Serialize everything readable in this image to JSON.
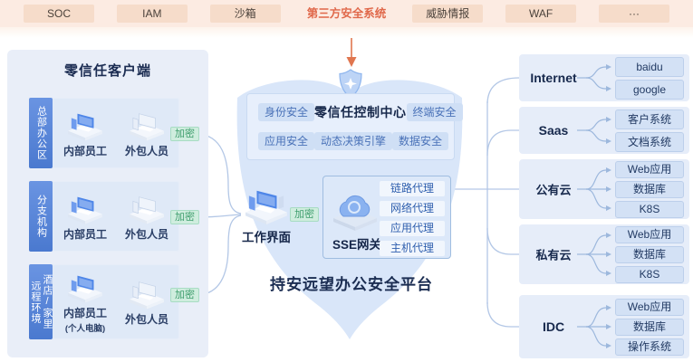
{
  "topbar": {
    "items": [
      {
        "label": "SOC"
      },
      {
        "label": "IAM"
      },
      {
        "label": "沙箱"
      },
      {
        "label": "第三方安全系统",
        "highlight": true
      },
      {
        "label": "威胁情报"
      },
      {
        "label": "WAF"
      },
      {
        "label": "···"
      }
    ]
  },
  "client_panel": {
    "title": "零信任客户端",
    "encrypt_label": "加密",
    "rows": [
      {
        "zone": "总部办公区",
        "members": [
          {
            "label": "内部员工"
          },
          {
            "label": "外包人员"
          }
        ]
      },
      {
        "zone": "分支机构",
        "members": [
          {
            "label": "内部员工"
          },
          {
            "label": "外包人员"
          }
        ]
      },
      {
        "zone": "酒店/家里\n远程环境",
        "members": [
          {
            "label": "内部员工",
            "sublabel": "(个人电脑)"
          },
          {
            "label": "外包人员"
          }
        ]
      }
    ]
  },
  "platform": {
    "control_center": {
      "title": "零信任控制中心",
      "chips": [
        "身份安全",
        "终端安全",
        "应用安全",
        "动态决策引擎",
        "数据安全"
      ]
    },
    "work_label": "工作界面",
    "encrypt_label": "加密",
    "gateway": {
      "label": "SSE网关",
      "proxies": [
        "链路代理",
        "网络代理",
        "应用代理",
        "主机代理"
      ]
    },
    "title": "持安远望办公安全平台"
  },
  "resources": {
    "cards": [
      {
        "label": "Internet",
        "items": [
          "baidu",
          "google"
        ]
      },
      {
        "label": "Saas",
        "items": [
          "客户系统",
          "文档系统"
        ]
      },
      {
        "label": "公有云",
        "items": [
          "Web应用",
          "数据库",
          "K8S"
        ]
      },
      {
        "label": "私有云",
        "items": [
          "Web应用",
          "数据库",
          "K8S"
        ]
      },
      {
        "label": "IDC",
        "items": [
          "Web应用",
          "数据库",
          "操作系统"
        ]
      }
    ]
  },
  "colors": {
    "topbar_bg": "#fcebe2",
    "topbar_item_bg": "#f6dcca",
    "accent_orange": "#e0684a",
    "panel_bg": "#e9eef8",
    "zone_label_bg": "#4f7fd5",
    "encrypt_bg": "#cfedde",
    "encrypt_text": "#3f9e6e",
    "shield_bg": "#d9e6f9",
    "chip_bg": "#cfdff5",
    "chip_text": "#4a72b8",
    "connector_line": "#b3c7e6",
    "dark_navy": "#1b2c52"
  }
}
